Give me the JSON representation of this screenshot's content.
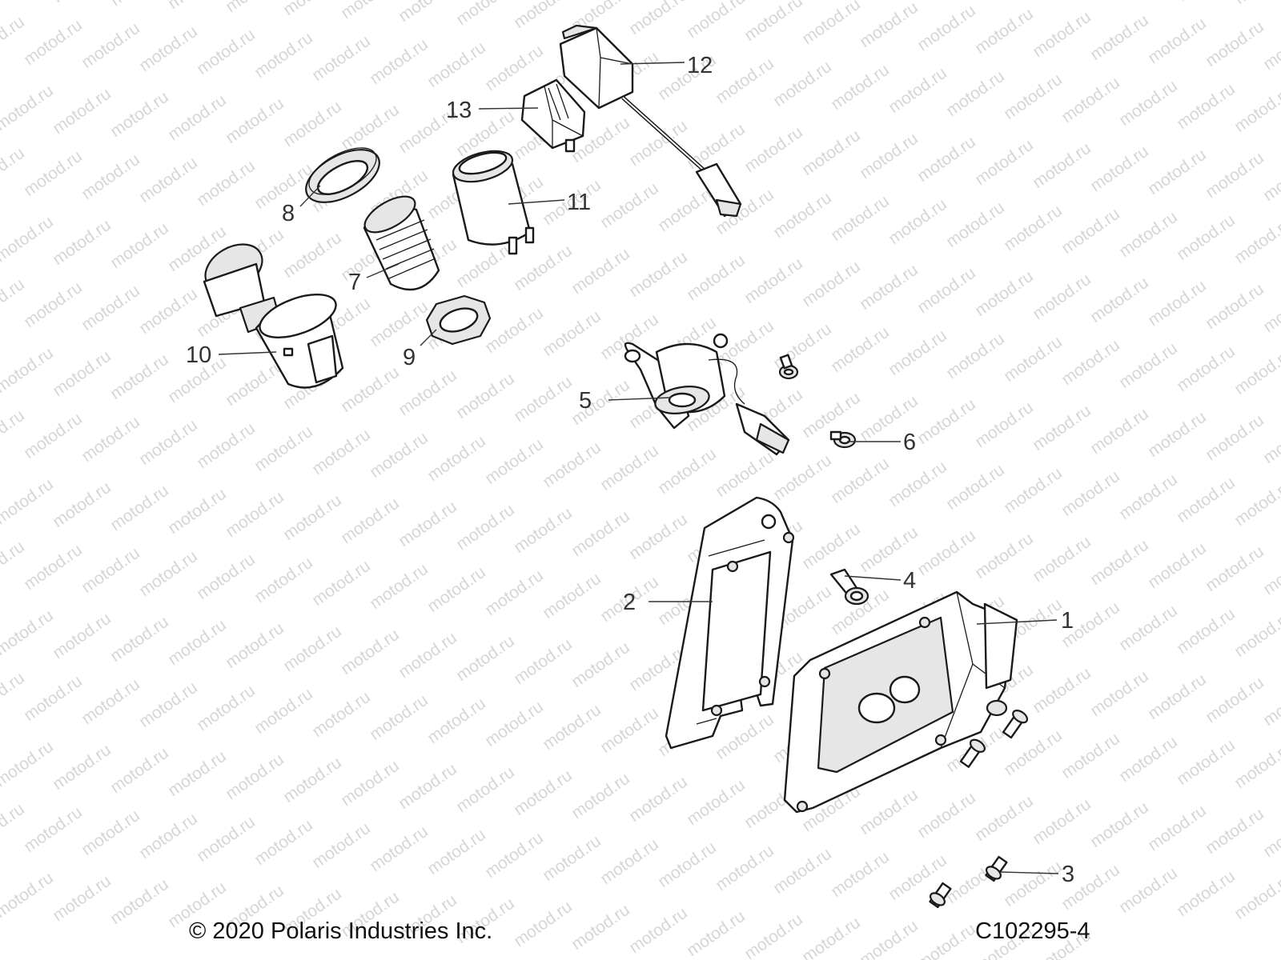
{
  "watermark": "motod.ru",
  "callouts": [
    "1",
    "2",
    "3",
    "4",
    "5",
    "6",
    "7",
    "8",
    "9",
    "10",
    "11",
    "12",
    "13"
  ],
  "footer": {
    "copyright": "© 2020 Polaris Industries Inc.",
    "diagram_code": "C102295-4"
  },
  "colors": {
    "line": "#1a1a1a",
    "text": "#333333",
    "watermark": "#d6d6d6"
  }
}
